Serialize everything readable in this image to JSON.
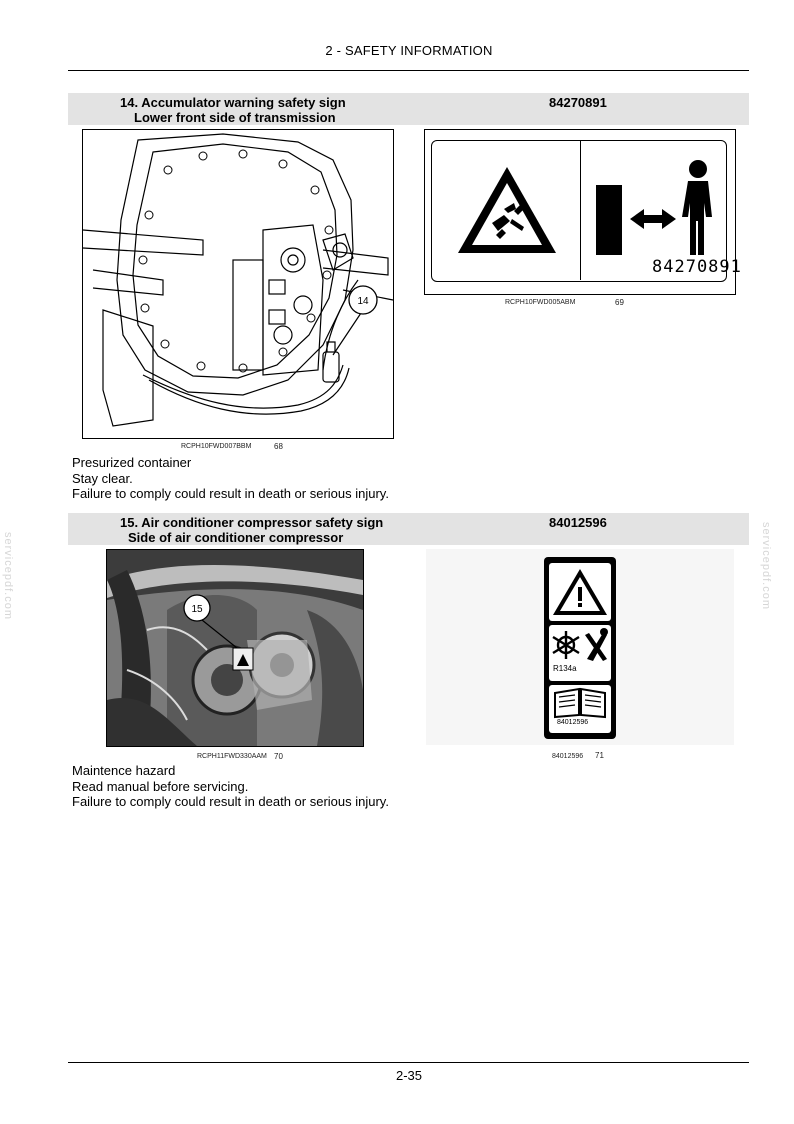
{
  "header": {
    "section_title": "2 - SAFETY INFORMATION"
  },
  "watermark": "servicepdf.com",
  "items": [
    {
      "heading": "14. Accumulator warning safety sign",
      "location": "Lower front side of transmission",
      "part_number": "84270891",
      "callout": "14",
      "photo_caption": "RCPH10FWD007BBM",
      "photo_figure": "68",
      "decal_caption": "RCPH10FWD005ABM",
      "decal_figure": "69",
      "decal_text": "84270891",
      "lines": [
        "Presurized container",
        "Stay clear.",
        "Failure to comply could result in death or serious injury."
      ]
    },
    {
      "heading": "15. Air conditioner compressor safety sign",
      "location": "Side of air conditioner compressor",
      "part_number": "84012596",
      "callout": "15",
      "photo_caption": "RCPH11FWD330AAM",
      "photo_figure": "70",
      "decal_caption": "84012596",
      "decal_figure": "71",
      "decal_text_refrigerant": "R134a",
      "decal_text": "84012596",
      "lines": [
        "Maintence hazard",
        "Read manual before servicing.",
        "Failure to comply could result in death or serious injury."
      ]
    }
  ],
  "footer": {
    "page_number": "2-35"
  }
}
